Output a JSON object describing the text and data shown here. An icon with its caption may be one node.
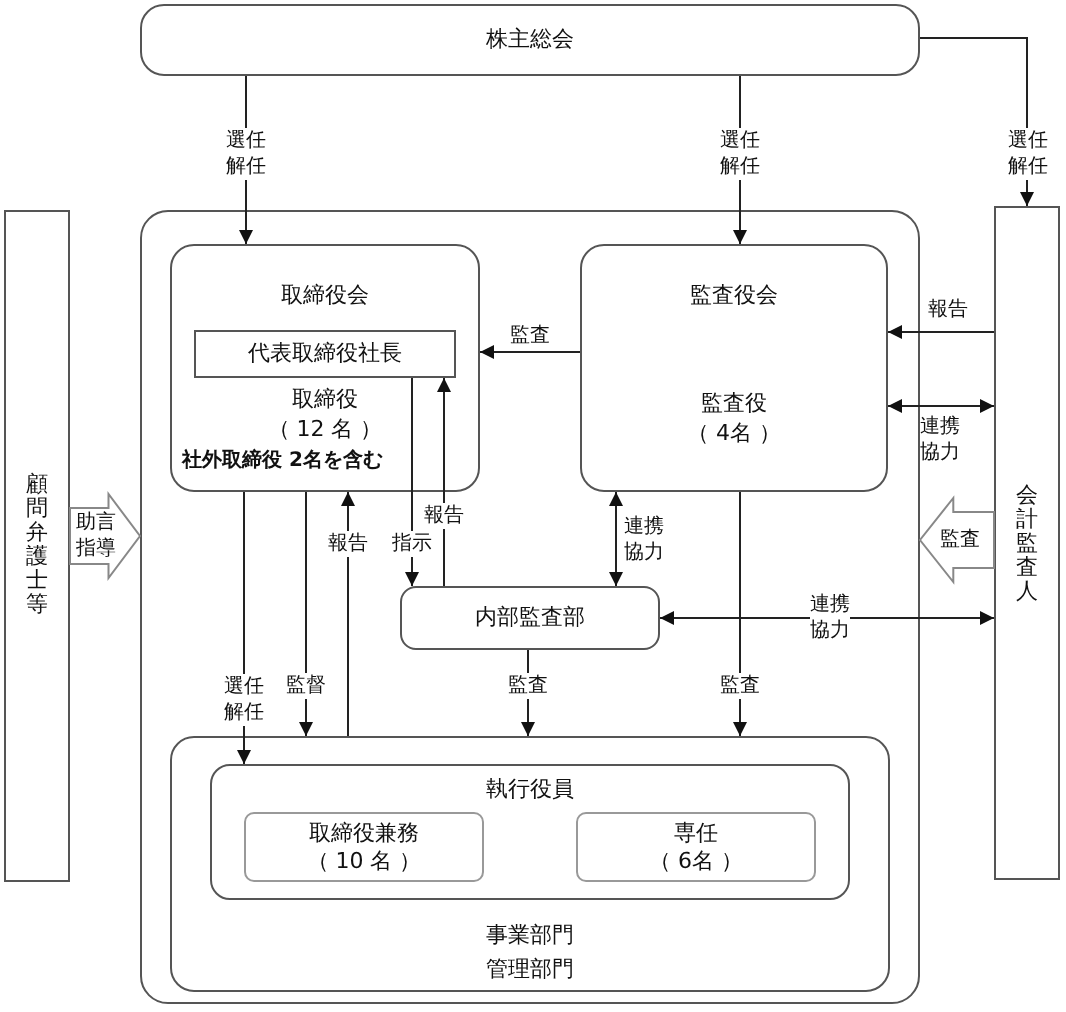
{
  "diagram": {
    "nodes": [
      {
        "text": [
          "株主総会"
        ]
      },
      {
        "text": [],
        "shape": "box"
      },
      {
        "text": [
          "取締役会",
          "取締役",
          "（ 12 名 ）",
          "社外取締役 2名を含む"
        ],
        "in": 1
      },
      {
        "text": [
          "代表取締役社長"
        ],
        "in": 2
      },
      {
        "text": [
          "監査役会",
          "監査役",
          "（ 4名 ）"
        ],
        "in": 1
      },
      {
        "text": [
          "内部監査部"
        ],
        "in": 1
      },
      {
        "text": [
          "事業部門",
          "管理部門"
        ],
        "in": 1
      },
      {
        "text": [
          "執行役員"
        ],
        "in": 6
      },
      {
        "text": [
          "取締役兼務",
          "（ 10 名 ）"
        ],
        "in": 7
      },
      {
        "text": [
          "専任",
          "（ 6名 ）"
        ],
        "in": 7
      },
      {
        "text": [
          "会計監査人"
        ]
      },
      {
        "text": [
          "顧問弁護士等"
        ]
      }
    ],
    "edges": [
      {
        "from": 0,
        "to": 2,
        "arrow": "to",
        "label": "選任解任"
      },
      {
        "from": 0,
        "to": 4,
        "arrow": "to",
        "label": "選任解任"
      },
      {
        "from": 0,
        "to": 10,
        "arrow": "to",
        "label": "選任解任"
      },
      {
        "from": 4,
        "to": 2,
        "arrow": "to",
        "label": "監査"
      },
      {
        "from": 10,
        "to": 4,
        "arrow": "to",
        "label": "報告"
      },
      {
        "from": 4,
        "to": 10,
        "arrow": "both",
        "label": "連携協力"
      },
      {
        "from": 11,
        "to": 1,
        "arrow": "to",
        "label": "助言指導",
        "style": "thick"
      },
      {
        "from": 10,
        "to": 1,
        "arrow": "to",
        "label": "監査",
        "style": "thick"
      },
      {
        "from": 3,
        "to": 5,
        "arrow": "to",
        "label": "指示"
      },
      {
        "from": 5,
        "to": 3,
        "arrow": "to",
        "label": "報告"
      },
      {
        "from": 4,
        "to": 5,
        "arrow": "both",
        "label": "連携協力"
      },
      {
        "from": 5,
        "to": 10,
        "arrow": "both",
        "label": "連携協力"
      },
      {
        "from": 2,
        "to": 7,
        "arrow": "to",
        "label": "選任解任"
      },
      {
        "from": 2,
        "to": 6,
        "arrow": "to",
        "label": "監督"
      },
      {
        "from": 6,
        "to": 2,
        "arrow": "to",
        "label": "報告"
      },
      {
        "from": 5,
        "to": 6,
        "arrow": "to",
        "label": "監査"
      },
      {
        "from": 4,
        "to": 6,
        "arrow": "to",
        "label": "監査"
      }
    ]
  }
}
